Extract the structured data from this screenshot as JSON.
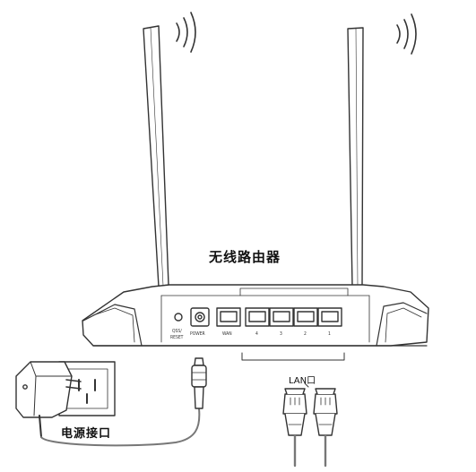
{
  "labels": {
    "title": "无线路由器",
    "power_connector": "电源接口",
    "lan_port": "LAN口",
    "reset_top": "QSS/",
    "reset_bottom": "RESET",
    "power": "POWER",
    "wan": "WAN",
    "port_numbers": [
      "4",
      "3",
      "2",
      "1"
    ]
  },
  "colors": {
    "line": "#333333",
    "cable": "#777777",
    "background": "#ffffff"
  },
  "icons": [
    "wifi-signal-icon",
    "wifi-signal-icon",
    "router-device",
    "power-adapter",
    "power-plug",
    "ethernet-plug",
    "wall-outlet"
  ]
}
